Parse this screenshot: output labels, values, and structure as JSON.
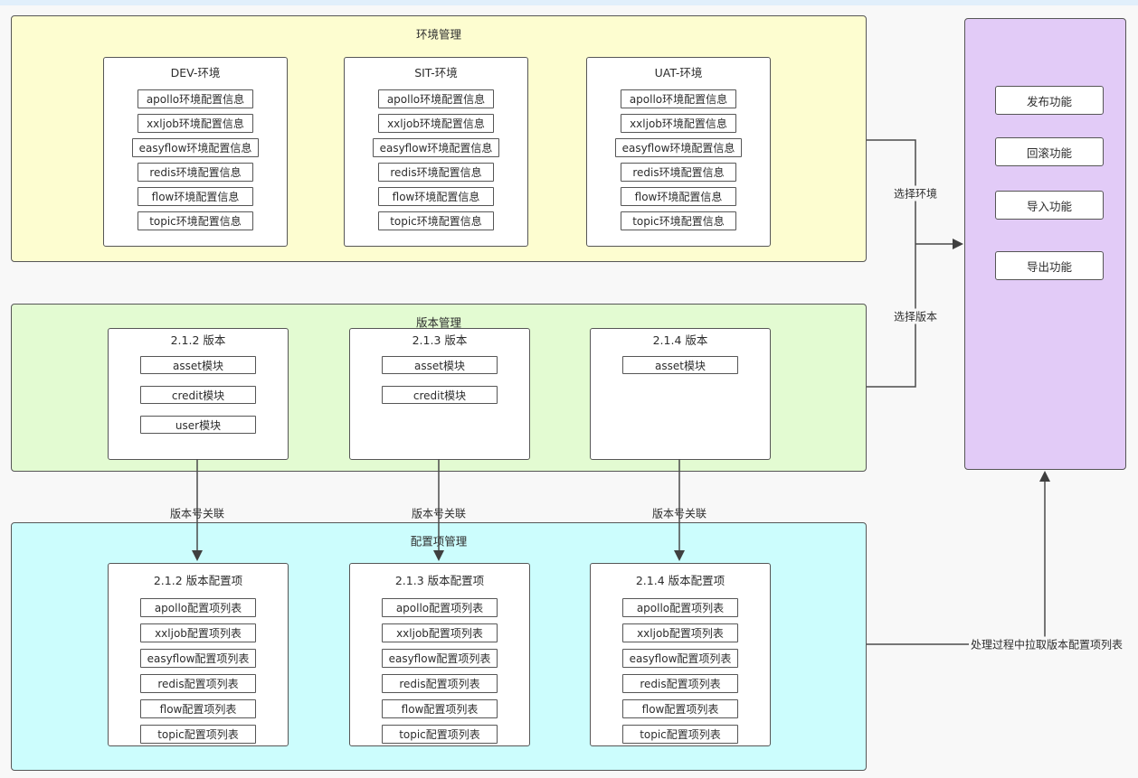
{
  "sections": {
    "env": {
      "title": "环境管理",
      "fill": "#fdfdd0",
      "groups": [
        {
          "title": "DEV-环境",
          "items": [
            "apollo环境配置信息",
            "xxljob环境配置信息",
            "easyflow环境配置信息",
            "redis环境配置信息",
            "flow环境配置信息",
            "topic环境配置信息"
          ]
        },
        {
          "title": "SIT-环境",
          "items": [
            "apollo环境配置信息",
            "xxljob环境配置信息",
            "easyflow环境配置信息",
            "redis环境配置信息",
            "flow环境配置信息",
            "topic环境配置信息"
          ]
        },
        {
          "title": "UAT-环境",
          "items": [
            "apollo环境配置信息",
            "xxljob环境配置信息",
            "easyflow环境配置信息",
            "redis环境配置信息",
            "flow环境配置信息",
            "topic环境配置信息"
          ]
        }
      ]
    },
    "version": {
      "title": "版本管理",
      "fill": "#e3fbd2",
      "groups": [
        {
          "title": "2.1.2 版本",
          "items": [
            "asset模块",
            "credit模块",
            "user模块"
          ]
        },
        {
          "title": "2.1.3 版本",
          "items": [
            "asset模块",
            "credit模块"
          ]
        },
        {
          "title": "2.1.4 版本",
          "items": [
            "asset模块"
          ]
        }
      ]
    },
    "config": {
      "title": "配置项管理",
      "fill": "#ccfdfd",
      "groups": [
        {
          "title": "2.1.2 版本配置项",
          "items": [
            "apollo配置项列表",
            "xxljob配置项列表",
            "easyflow配置项列表",
            "redis配置项列表",
            "flow配置项列表",
            "topic配置项列表"
          ]
        },
        {
          "title": "2.1.3 版本配置项",
          "items": [
            "apollo配置项列表",
            "xxljob配置项列表",
            "easyflow配置项列表",
            "redis配置项列表",
            "flow配置项列表",
            "topic配置项列表"
          ]
        },
        {
          "title": "2.1.4 版本配置项",
          "items": [
            "apollo配置项列表",
            "xxljob配置项列表",
            "easyflow配置项列表",
            "redis配置项列表",
            "flow配置项列表",
            "topic配置项列表"
          ]
        }
      ]
    }
  },
  "function_panel": {
    "fill": "#e2cbf7",
    "buttons": [
      "发布功能",
      "回滚功能",
      "导入功能",
      "导出功能"
    ]
  },
  "edge_labels": {
    "select_env": "选择环境",
    "select_version": "选择版本",
    "version_link": "版本号关联",
    "pull_config": "处理过程中拉取版本配置项列表"
  },
  "colors": {
    "background": "#f8f8f8",
    "top_strip": "#e1effb",
    "env_fill": "#fdfdd0",
    "version_fill": "#e3fbd2",
    "config_fill": "#ccfdfd",
    "panel_fill": "#e2cbf7",
    "line": "#4a4a4a",
    "border": "#565656"
  }
}
